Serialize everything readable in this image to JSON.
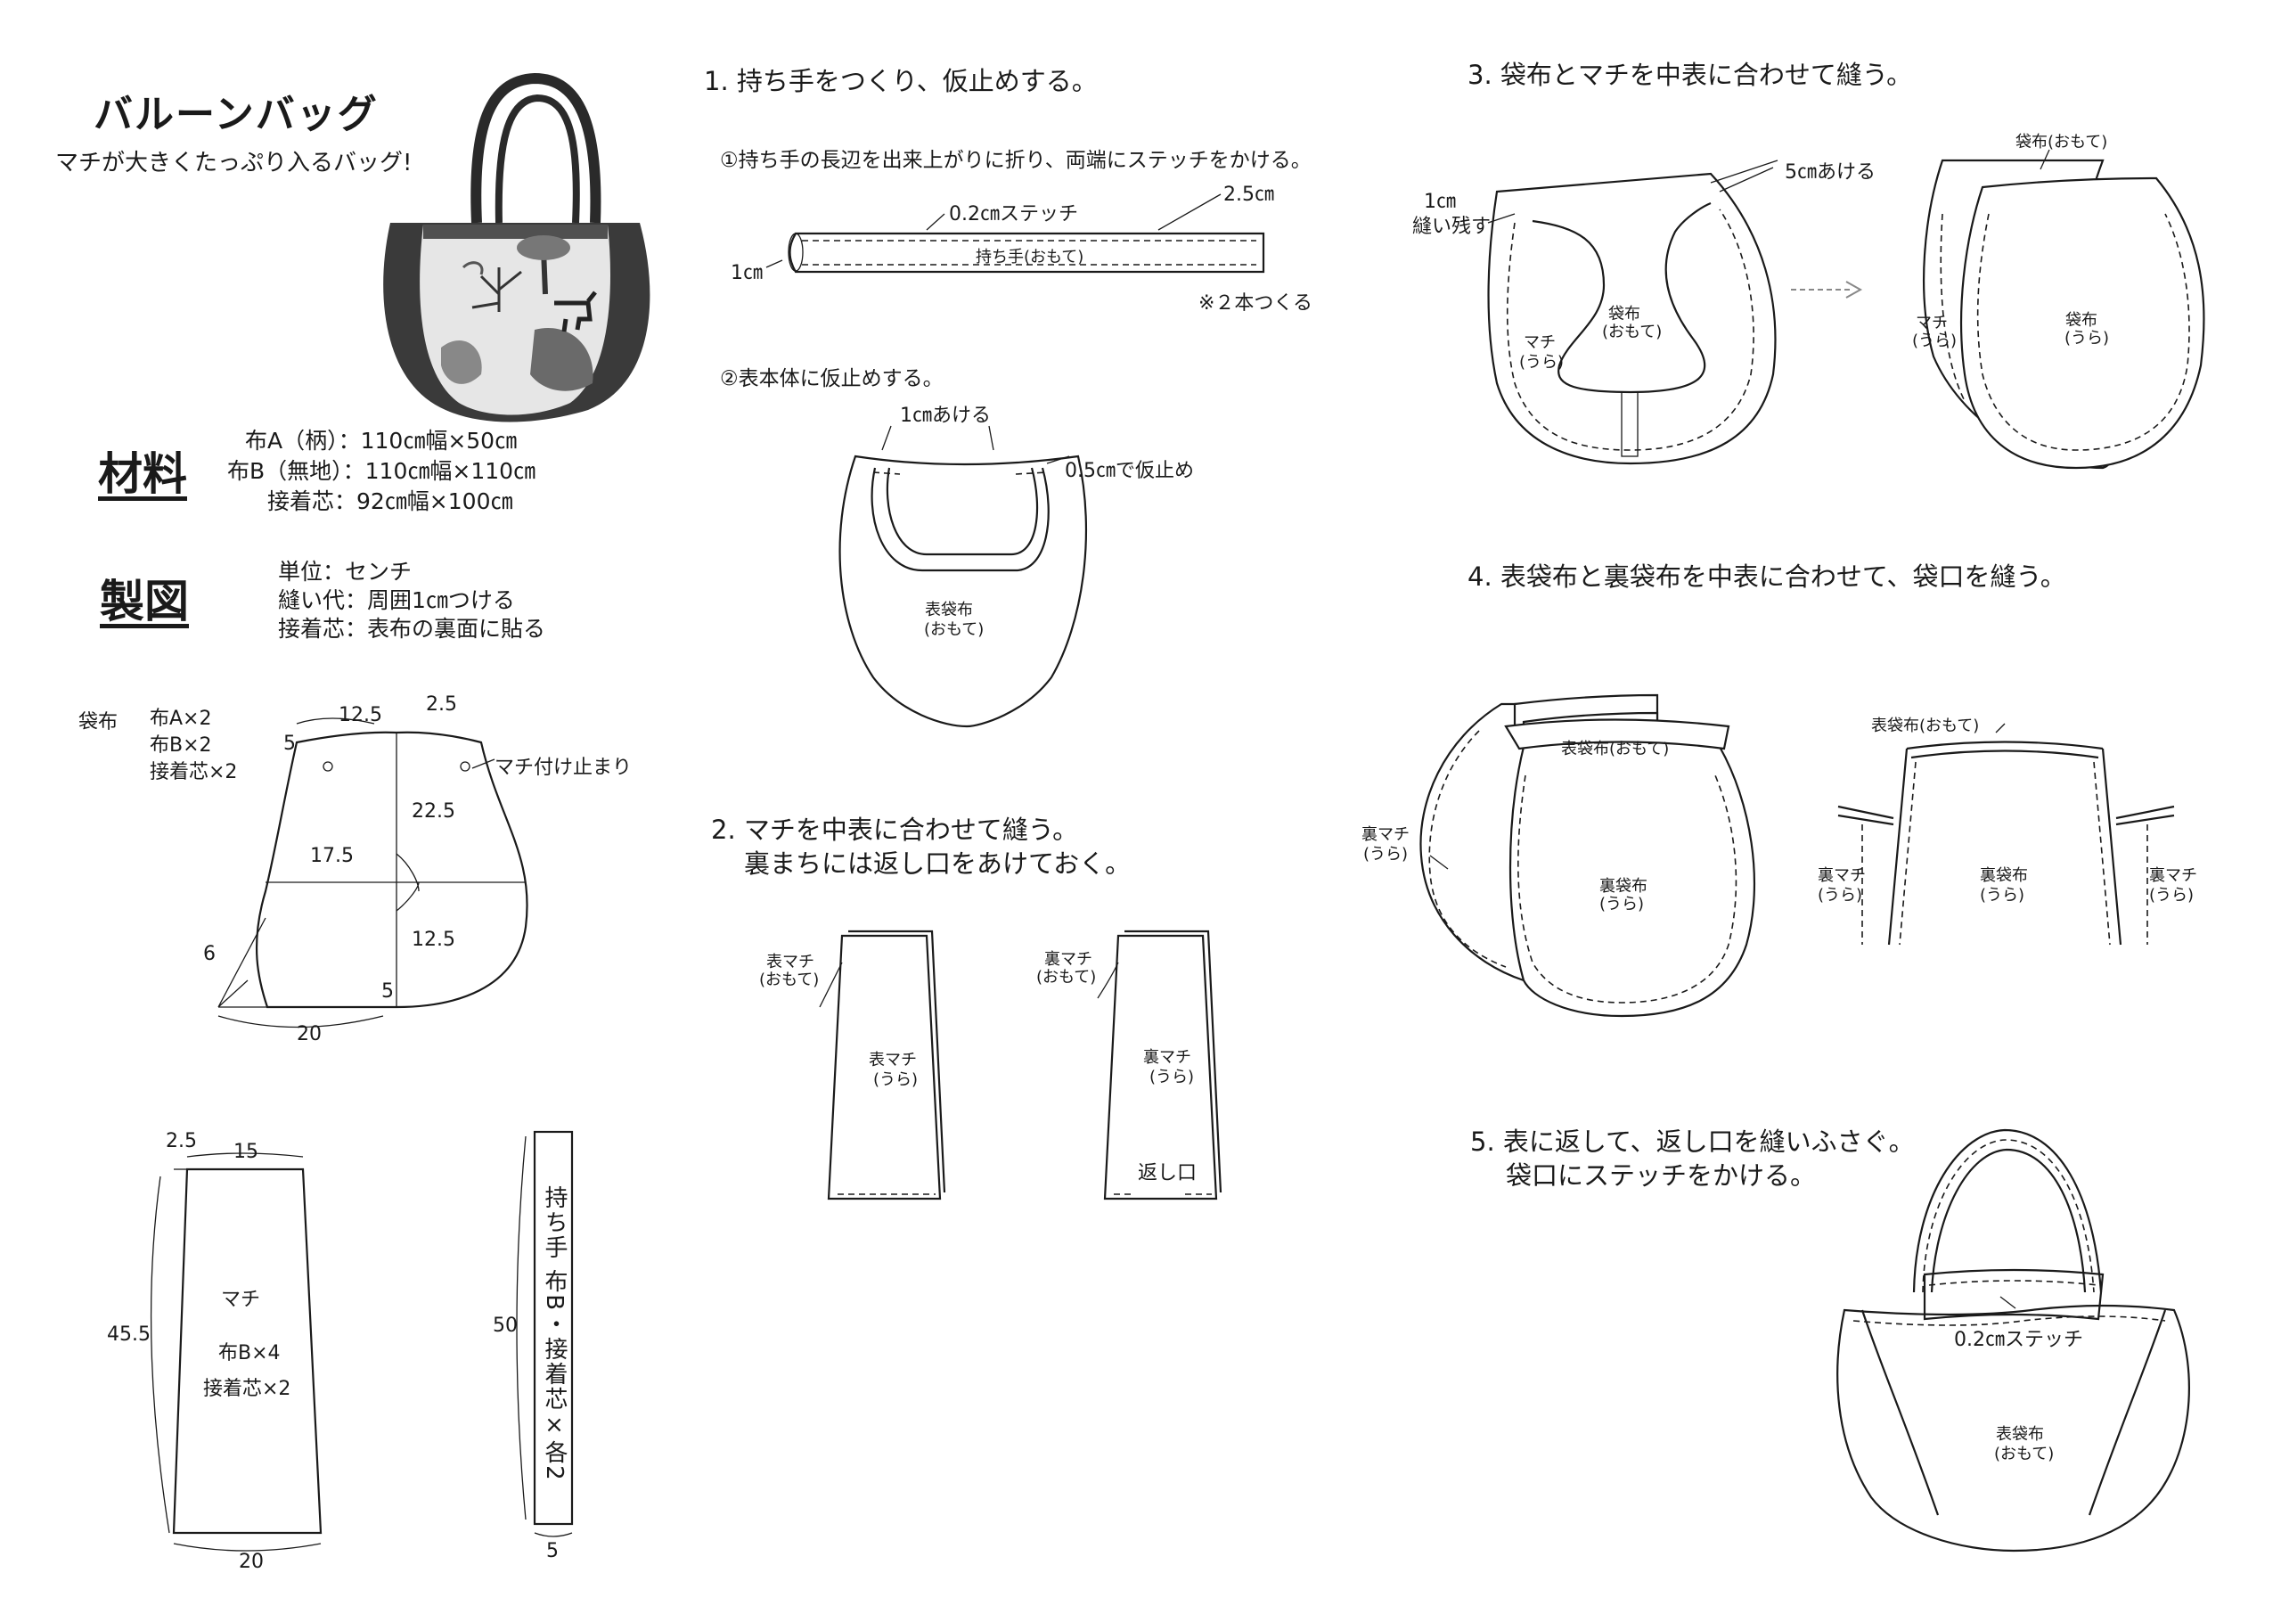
{
  "header": {
    "title": "バルーンバッグ",
    "subtitle": "マチが大きくたっぷり入るバッグ!"
  },
  "materials": {
    "heading": "材料",
    "lines": [
      "布A（柄）：110㎝幅×50㎝",
      "布B（無地）：110㎝幅×110㎝",
      "接着芯：92㎝幅×100㎝"
    ]
  },
  "drafting": {
    "heading": "製図",
    "lines": [
      "単位：センチ",
      "縫い代：周囲1㎝つける",
      "接着芯：表布の裏面に貼る"
    ]
  },
  "pattern_bag": {
    "label": "袋布",
    "counts": [
      "布A×2",
      "布B×2",
      "接着芯×2"
    ],
    "dims": {
      "top": "12.5",
      "corner": "2.5",
      "side": "5",
      "height_upper": "22.5",
      "half_width": "17.5",
      "height_lower": "12.5",
      "curve": "6",
      "bottom_offset": "5",
      "bottom": "20"
    },
    "note": "マチ付け止まり"
  },
  "pattern_gusset": {
    "dims": {
      "corner": "2.5",
      "top": "15",
      "height": "45.5",
      "bottom": "20"
    },
    "name": "マチ",
    "counts": [
      "布B×4",
      "接着芯×2"
    ]
  },
  "pattern_handle": {
    "text": "持ち手 布B・接着芯×各2",
    "dims": {
      "length": "50",
      "width": "5"
    }
  },
  "step1": {
    "title": "1. 持ち手をつくり、仮止めする。",
    "sub1": "①持ち手の長辺を出来上がりに折り、両端にステッチをかける。",
    "stitch": "0.2㎝ステッチ",
    "width": "2.5㎝",
    "handle_label": "持ち手(おもて)",
    "fold": "1㎝",
    "note": "※２本つくる",
    "sub2": "②表本体に仮止めする。",
    "open": "1㎝あける",
    "baste": "0.5㎝で仮止め",
    "body_label": "表袋布",
    "body_side": "(おもて)"
  },
  "step2": {
    "title": "2. マチを中表に合わせて縫う。",
    "title2": "裏まちには返し口をあけておく。",
    "left_tag": "表マチ",
    "left_tag_side": "(おもて)",
    "left_inner": "表マチ",
    "left_inner_side": "(うら)",
    "right_tag": "裏マチ",
    "right_tag_side": "(おもて)",
    "right_inner": "裏マチ",
    "right_inner_side": "(うら)",
    "opening": "返し口"
  },
  "step3": {
    "title": "3. 袋布とマチを中表に合わせて縫う。",
    "open5": "5㎝あける",
    "leave": "1㎝",
    "leave2": "縫い残す",
    "bag": "袋布",
    "bag_side": "(おもて)",
    "gusset": "マチ",
    "gusset_side": "(うら)",
    "r_top": "袋布(おもて)",
    "r_gusset": "マチ",
    "r_gusset_side": "(うら)",
    "r_bag": "袋布",
    "r_bag_side": "(うら)"
  },
  "step4": {
    "title": "4. 表袋布と裏袋布を中表に合わせて、袋口を縫う。",
    "l_top": "表袋布(おもて)",
    "l_gusset": "裏マチ",
    "l_gusset_side": "(うら)",
    "l_bag": "裏袋布",
    "l_bag_side": "(うら)",
    "r_top": "表袋布(おもて)",
    "r_left": "裏マチ",
    "r_left_side": "(うら)",
    "r_mid": "裏袋布",
    "r_mid_side": "(うら)",
    "r_right": "裏マチ",
    "r_right_side": "(うら)"
  },
  "step5": {
    "title": "5. 表に返して、返し口を縫いふさぐ。",
    "title2": "袋口にステッチをかける。",
    "stitch": "0.2㎝ステッチ",
    "bag": "表袋布",
    "bag_side": "(おもて)"
  }
}
